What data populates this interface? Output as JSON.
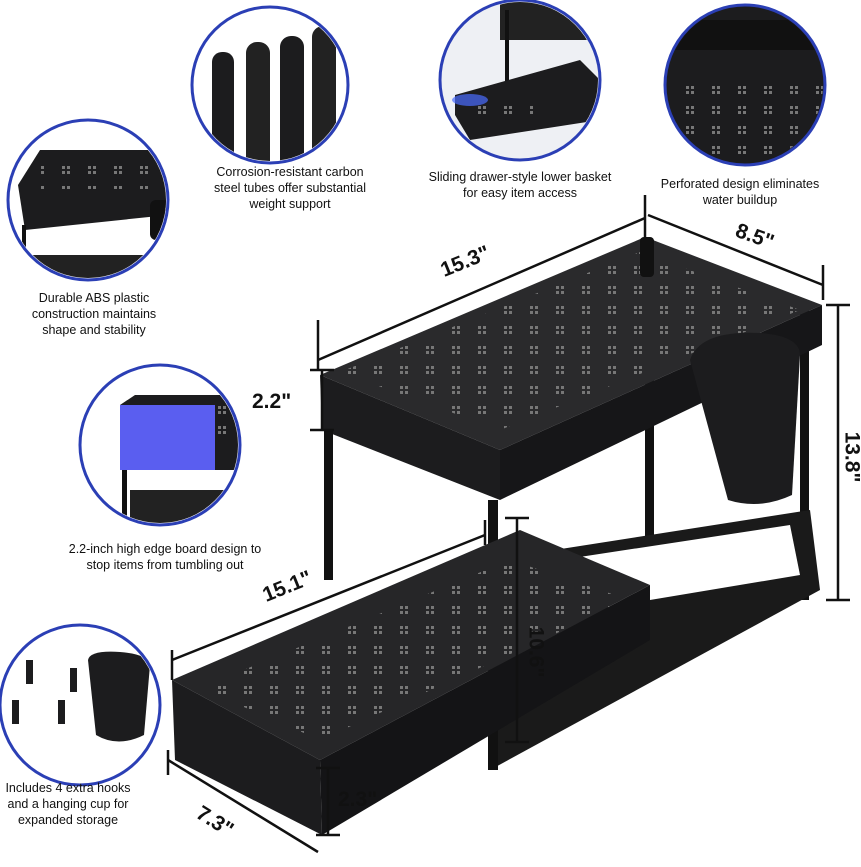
{
  "captions": {
    "tubes": [
      "Corrosion-resistant carbon",
      "steel tubes offer substantial",
      "weight support"
    ],
    "drawer": [
      "Sliding drawer-style lower basket",
      "for easy item access"
    ],
    "perforated": [
      "Perforated design eliminates",
      "water buildup"
    ],
    "abs": [
      "Durable ABS plastic",
      "construction maintains",
      "shape and stability"
    ],
    "edge": [
      "2.2-inch high edge board design to",
      "stop items from tumbling out"
    ],
    "hooks": [
      "Includes 4 extra hooks",
      "and a hanging cup for",
      "expanded storage"
    ]
  },
  "dimensions": {
    "top_length": "15.3\"",
    "top_depth": "8.5\"",
    "top_edge": "2.2\"",
    "height": "13.8\"",
    "drawer_length": "15.1\"",
    "inner_height": "10.6\"",
    "drawer_edge": "2.3\"",
    "drawer_depth": "7.3\""
  },
  "colors": {
    "circle_border": "#2b3fb5",
    "product": "#1c1c1e",
    "highlight": "#5a5ef0"
  }
}
